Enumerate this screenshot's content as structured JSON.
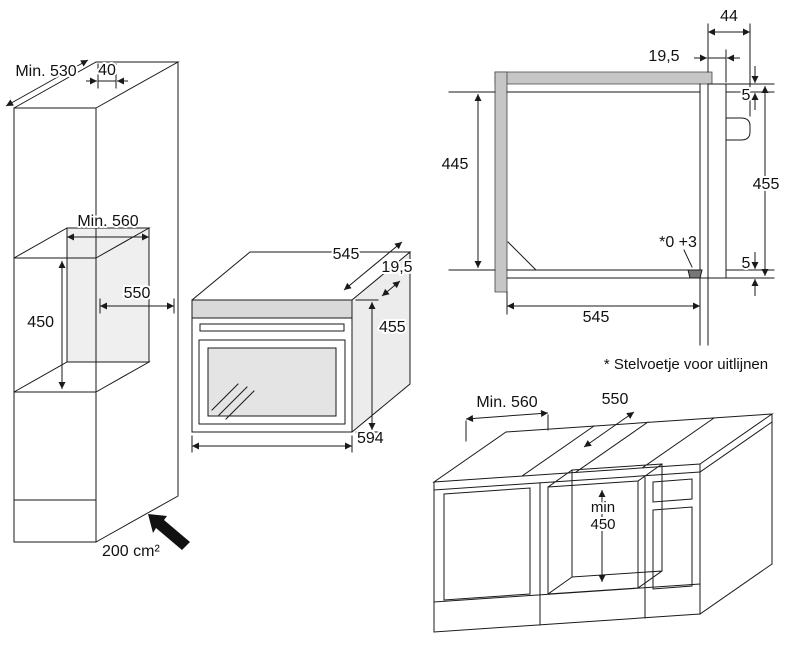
{
  "tall_cabinet": {
    "depth_min": "Min. 530",
    "top_gap": "40",
    "niche_width_min": "Min. 560",
    "niche_depth": "550",
    "niche_height": "450",
    "ventilation_area": "200 cm²"
  },
  "oven": {
    "depth": "545",
    "front_overhang": "19,5",
    "height": "455",
    "width": "594"
  },
  "cross_section": {
    "handle_clearance": "44",
    "front_overhang": "19,5",
    "top_clearance": "5",
    "inner_height": "445",
    "front_height": "455",
    "leveling_adjustment": "*0 +3",
    "bottom_clearance": "5",
    "inner_depth": "545",
    "footnote": "* Stelvoetje voor uitlijnen"
  },
  "base_cabinet": {
    "niche_width_min": "Min. 560",
    "niche_depth": "550",
    "niche_height_prefix": "min",
    "niche_height_value": "450"
  }
}
